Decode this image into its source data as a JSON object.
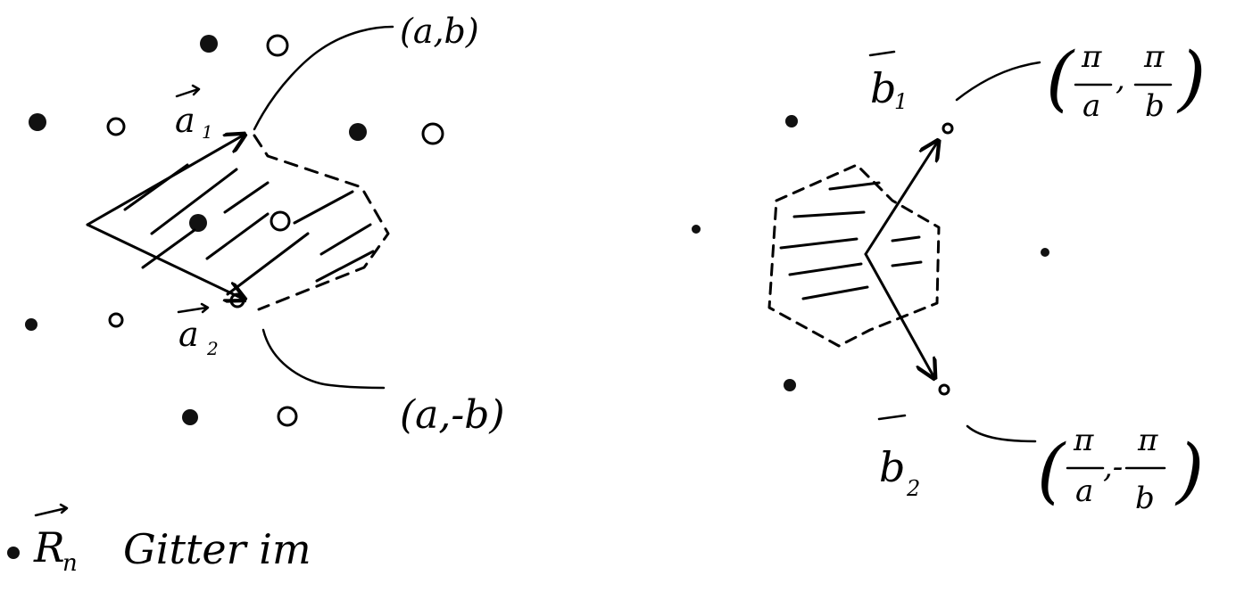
{
  "left_panel": {
    "vector_a1": "a",
    "vector_a1_sub": "1",
    "vector_a2": "a",
    "vector_a2_sub": "2",
    "coord_top": "(a,b)",
    "coord_bottom": "(a,-b)",
    "caption": "R",
    "caption_sub": "n",
    "caption_text": "Gitter im"
  },
  "right_panel": {
    "vector_b1": "b",
    "vector_b1_sub": "1",
    "vector_b2": "b",
    "vector_b2_sub": "2",
    "coord_top": {
      "open": "(",
      "num1": "π",
      "den1": "a",
      "sep": ",",
      "num2": "π",
      "den2": "b",
      "close": ")"
    },
    "coord_bottom": {
      "open": "(",
      "num1": "π",
      "den1": "a",
      "sep": ",-",
      "num2": "π",
      "den2": "b",
      "close": ")"
    }
  }
}
